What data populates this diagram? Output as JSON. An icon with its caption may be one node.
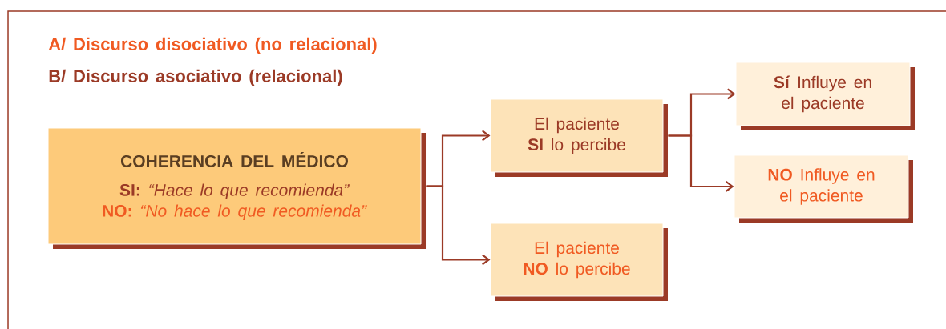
{
  "diagram": {
    "nodes": [
      {
        "text": [
          "COHERENCIA DEL MÉDICO",
          "**SI:** *“Hace lo que recomienda”*",
          "**NO:** *“No hace lo que recomienda”*"
        ]
      },
      {
        "text": [
          "El paciente **SI** lo percibe"
        ]
      },
      {
        "text": [
          "El paciente **NO** lo percibe"
        ]
      },
      {
        "text": [
          "**Sí** Influye en el paciente"
        ]
      },
      {
        "text": [
          "**NO** Influye en el paciente"
        ]
      }
    ],
    "edges": [
      {
        "from": 0,
        "to": 1,
        "arrow": "to"
      },
      {
        "from": 0,
        "to": 2,
        "arrow": "to"
      },
      {
        "from": 1,
        "to": 3,
        "arrow": "to"
      },
      {
        "from": 1,
        "to": 4,
        "arrow": "to"
      }
    ],
    "labels": [
      "A/ Discurso disociativo (no relacional)",
      "B/ Discurso asociativo (relacional)"
    ]
  }
}
